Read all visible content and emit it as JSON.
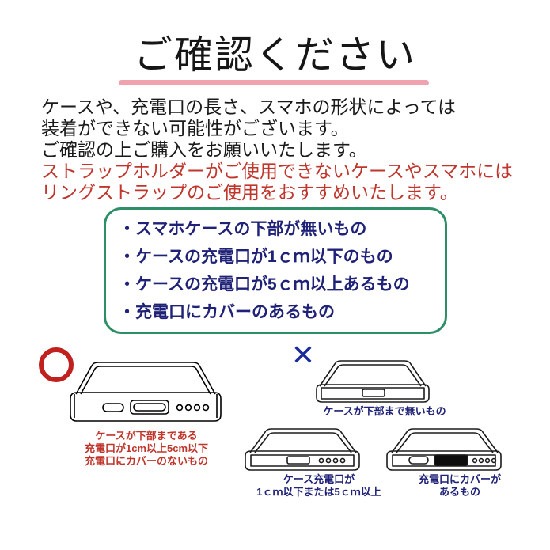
{
  "document": {
    "title": "ご確認ください",
    "title_underline_color": "#f0a3ae",
    "background_color": "#ffffff"
  },
  "notice": {
    "lines": [
      {
        "text": "ケースや、充電口の長さ、スマホの形状によっては",
        "color": "#1a1a1a",
        "emphasis": "normal"
      },
      {
        "text": "装着ができない可能性がございます。",
        "color": "#1a1a1a",
        "emphasis": "normal"
      },
      {
        "text": "ご確認の上ご購入をお願いいたします。",
        "color": "#1a1a1a",
        "emphasis": "normal"
      },
      {
        "text": "ストラップホルダーがご使用できないケースやスマホには",
        "color": "#c0362c",
        "emphasis": "warning"
      },
      {
        "text": "リングストラップのご使用をおすすめいたします。",
        "color": "#c0362c",
        "emphasis": "warning"
      }
    ]
  },
  "incompatible_box": {
    "border_color": "#2e8e66",
    "text_color": "#1f2277",
    "bullets": [
      "・スマホケースの下部が無いもの",
      "・ケースの充電口が1ｃｍ以下のもの",
      "・ケースの充電口が5ｃｍ以上あるもの",
      "・充電口にカバーのあるもの"
    ]
  },
  "examples": {
    "ok": {
      "mark": "circle-mark",
      "mark_color": "#c0201e",
      "caption_color": "#c0362c",
      "caption_lines": [
        "ケースが下部まである",
        "充電口が1cm以上5cm以下",
        "充電口にカバーのないもの"
      ]
    },
    "ng": {
      "mark": "cross-mark",
      "mark_glyph": "✕",
      "mark_color": "#1a2a9c",
      "caption_color": "#1f2277",
      "items": [
        {
          "caption_lines": [
            "ケースが下部まで無いもの"
          ]
        },
        {
          "caption_lines": [
            "ケース充電口が",
            "1ｃｍ以下または5ｃｍ以上"
          ]
        },
        {
          "caption_lines": [
            "充電口にカバーが",
            "あるもの"
          ]
        }
      ]
    }
  }
}
